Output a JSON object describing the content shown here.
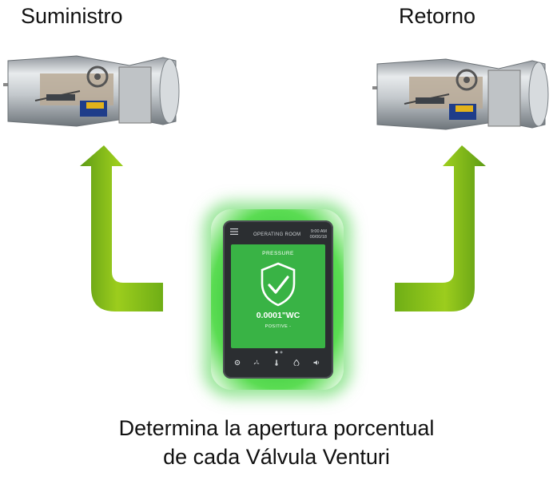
{
  "labels": {
    "supply": "Suministro",
    "return": "Retorno"
  },
  "controller": {
    "room": "OPERATING ROOM",
    "time": "9:00 AM",
    "date": "00/00/18",
    "pressure_label": "PRESSURE",
    "value": "0.0001\"WC",
    "status": "POSITIVE -",
    "screen_color": "#39b345",
    "nav_icons": [
      "settings-icon",
      "fan-icon",
      "temperature-icon",
      "humidity-icon",
      "sound-icon"
    ]
  },
  "caption": {
    "line1": "Determina la apertura porcentual",
    "line2": "de cada Válvula Venturi"
  },
  "colors": {
    "arrow_light": "#9ccd1d",
    "arrow_dark": "#5e9c15",
    "glow": "#37c93a"
  }
}
